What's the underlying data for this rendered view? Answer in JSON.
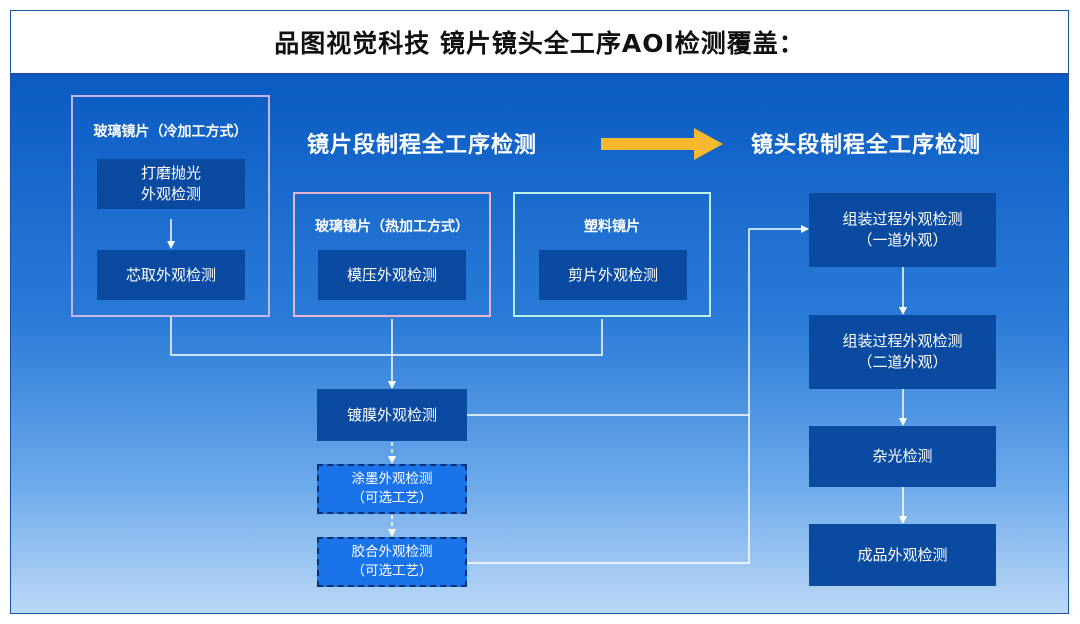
{
  "title": "品图视觉科技 镜片镜头全工序AOI检测覆盖：",
  "sections": {
    "lens": "镜片段制程全工序检测",
    "module": "镜头段制程全工序检测"
  },
  "groups": {
    "cold": {
      "title": "玻璃镜片（冷加工方式）",
      "step1": [
        "打磨抛光",
        "外观检测"
      ],
      "step2": "芯取外观检测"
    },
    "hot": {
      "title": "玻璃镜片（热加工方式）",
      "step1": "模压外观检测"
    },
    "plastic": {
      "title": "塑料镜片",
      "step1": "剪片外观检测"
    }
  },
  "coating": "镀膜外观检测",
  "optional": [
    {
      "name": "涂墨外观检测",
      "note": "（可选工艺）"
    },
    {
      "name": "胶合外观检测",
      "note": "（可选工艺）"
    }
  ],
  "module_steps": [
    {
      "name": "组装过程外观检测",
      "note": "（一道外观）"
    },
    {
      "name": "组装过程外观检测",
      "note": "（二道外观）"
    },
    {
      "name": "杂光检测"
    },
    {
      "name": "成品外观检测"
    }
  ],
  "colors": {
    "arrow": "#f5b82e",
    "box": "#0a4aa0",
    "border_cold": "#c9b4e8",
    "border_hot": "#e8b4d0",
    "border_plastic": "#b8f0e8"
  }
}
